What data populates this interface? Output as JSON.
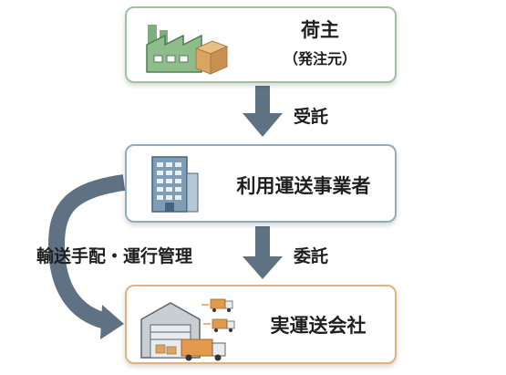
{
  "shipper": {
    "title": "荷主",
    "subtitle": "（発注元）",
    "icon": "factory-with-box-icon",
    "border_color": "#9cc39d"
  },
  "forwarder": {
    "title": "利用運送事業者",
    "icon": "office-building-icon",
    "border_color": "#8fadc2"
  },
  "carrier": {
    "title": "実運送会社",
    "icon": "warehouse-trucks-icon",
    "border_color": "#e5b07a"
  },
  "arrows": {
    "shipper_to_forwarder": "受託",
    "forwarder_to_carrier": "委託",
    "forwarder_to_carrier_side": "輸送手配・運行管理",
    "color": "#5f7283"
  }
}
